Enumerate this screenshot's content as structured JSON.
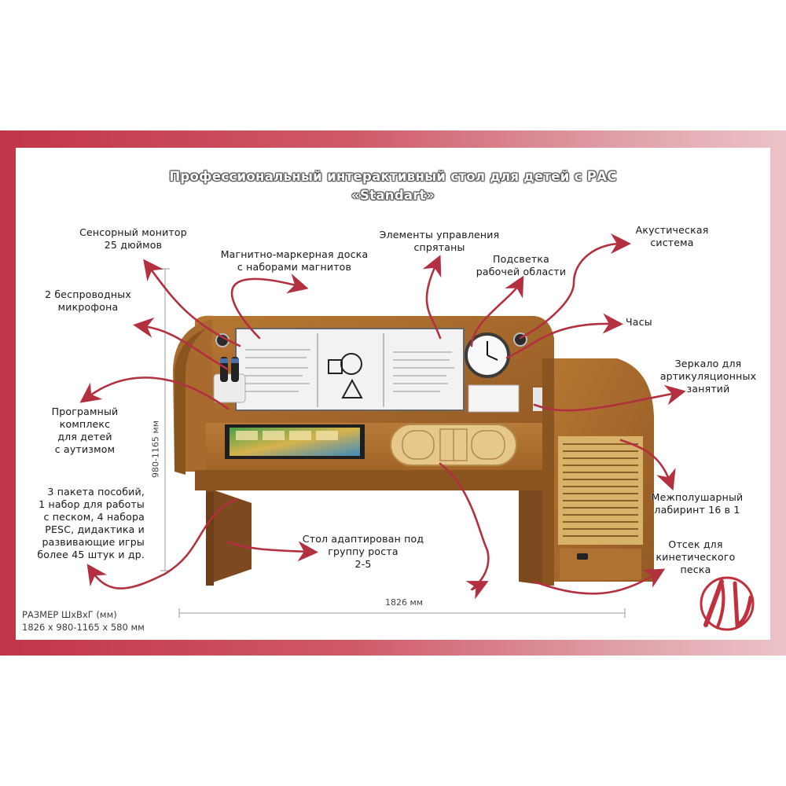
{
  "title": {
    "line1": "Профессиональный интерактивный стол для детей с РАС",
    "line2": "«Standart»"
  },
  "labels": {
    "sensor_monitor": [
      "Сенсорный монитор",
      "25 дюймов"
    ],
    "magnetic_board": [
      "Магнитно-маркерная доска",
      "с наборами магнитов"
    ],
    "controls_hidden": [
      "Элементы управления",
      "спрятаны"
    ],
    "work_light": [
      "Подсветка",
      "рабочей области"
    ],
    "acoustic": [
      "Акустическая",
      "система"
    ],
    "microphones": [
      "2 беспроводных",
      "микрофона"
    ],
    "clock": [
      "Часы"
    ],
    "mirror": [
      "Зеркало для",
      "артикуляционных",
      "занятий"
    ],
    "software": [
      "Програмный",
      "комплекс",
      "для детей",
      "с аутизмом"
    ],
    "manuals": [
      "3 пакета пособий,",
      "1 набор для работы",
      "с песком, 4 набора",
      "PESC,  дидактика и",
      "развивающие игры",
      "более 45 штук и др."
    ],
    "age_group": [
      "Стол адаптирован под",
      "группу роста",
      "2-5"
    ],
    "labyrinth": [
      "Межполушарный",
      "лабиринт 16 в 1"
    ],
    "sand": [
      "Отсек для",
      "кинетического",
      "песка"
    ]
  },
  "dimensions": {
    "width_label": "1826 мм",
    "height_label": "980-1165 мм",
    "size_caption": "РАЗМЕР ШхВхГ (мм)",
    "size_value": "1826 х 980-1165  х 580 мм"
  },
  "logo": {
    "letters": "АИ"
  },
  "colors": {
    "frame_red": "#c23548",
    "arrow_red": "#b2303f",
    "wood": "#a9692e",
    "wood_dark": "#7c4a1e"
  }
}
